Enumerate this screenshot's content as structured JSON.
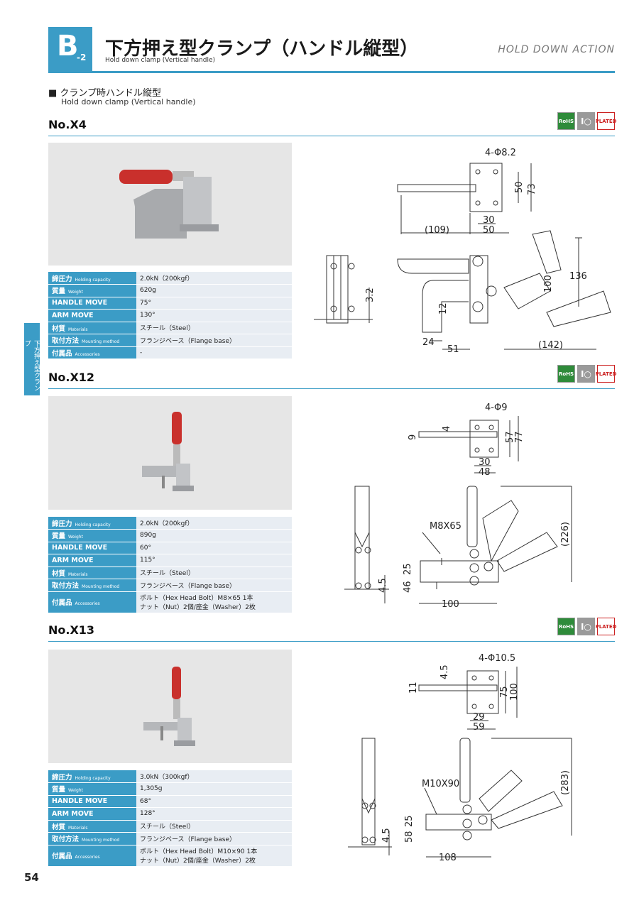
{
  "header": {
    "badge": "B",
    "badge_sub": "-2",
    "title": "下方押え型クランプ（ハンドル縦型）",
    "subtitle": "Hold down clamp (Vertical handle)",
    "action": "HOLD DOWN ACTION"
  },
  "section": {
    "title": "■ クランプ時ハンドル縦型",
    "subtitle": "Hold down clamp (Vertical handle)"
  },
  "side_tab": "下方押え型クランプ",
  "icons": {
    "rohs": "RoHS",
    "io": "I○",
    "plated": "PLATED"
  },
  "models": [
    {
      "name": "No.X4",
      "specs": [
        {
          "k": "締圧力",
          "ke": "Holding capacity",
          "v": "2.0kN（200kgf）"
        },
        {
          "k": "質量",
          "ke": "Weight",
          "v": "620g"
        },
        {
          "k": "HANDLE MOVE",
          "ke": "",
          "v": "75°"
        },
        {
          "k": "ARM MOVE",
          "ke": "",
          "v": "130°"
        },
        {
          "k": "材質",
          "ke": "Materials",
          "v": "スチール（Steel）"
        },
        {
          "k": "取付方法",
          "ke": "Mounting method",
          "v": "フランジベース（Flange base）"
        },
        {
          "k": "付属品",
          "ke": "Accessories",
          "v": "-"
        }
      ],
      "dims": {
        "holes": "4-Φ8.2",
        "a": "50",
        "b": "73",
        "c": "(109)",
        "d": "30",
        "e": "50",
        "f": "136",
        "g": "100",
        "h": "12",
        "i": "24",
        "j": "51",
        "k": "(142)",
        "l": "3.2"
      }
    },
    {
      "name": "No.X12",
      "specs": [
        {
          "k": "締圧力",
          "ke": "Holding capacity",
          "v": "2.0kN（200kgf）"
        },
        {
          "k": "質量",
          "ke": "Weight",
          "v": "890g"
        },
        {
          "k": "HANDLE MOVE",
          "ke": "",
          "v": "60°"
        },
        {
          "k": "ARM MOVE",
          "ke": "",
          "v": "115°"
        },
        {
          "k": "材質",
          "ke": "Materials",
          "v": "スチール（Steel）"
        },
        {
          "k": "取付方法",
          "ke": "Mounting method",
          "v": "フランジベース（Flange base）"
        },
        {
          "k": "付属品",
          "ke": "Accessories",
          "v": "ボルト（Hex Head Bolt）M8×65 1本",
          "v2": "ナット（Nut）2個/座金（Washer）2枚"
        }
      ],
      "dims": {
        "holes": "4-Φ9",
        "a": "57",
        "b": "77",
        "c": "9",
        "d": "4",
        "e": "30",
        "f": "48",
        "g": "M8X65",
        "h": "(226)",
        "i": "25",
        "j": "46",
        "k": "100",
        "l": "4.5"
      }
    },
    {
      "name": "No.X13",
      "specs": [
        {
          "k": "締圧力",
          "ke": "Holding capacity",
          "v": "3.0kN（300kgf）"
        },
        {
          "k": "質量",
          "ke": "Weight",
          "v": "1,305g"
        },
        {
          "k": "HANDLE MOVE",
          "ke": "",
          "v": "68°"
        },
        {
          "k": "ARM MOVE",
          "ke": "",
          "v": "128°"
        },
        {
          "k": "材質",
          "ke": "Materials",
          "v": "スチール（Steel）"
        },
        {
          "k": "取付方法",
          "ke": "Mounting method",
          "v": "フランジベース（Flange base）"
        },
        {
          "k": "付属品",
          "ke": "Accessories",
          "v": "ボルト（Hex Head Bolt）M10×90 1本",
          "v2": "ナット（Nut）2個/座金（Washer）2枚"
        }
      ],
      "dims": {
        "holes": "4-Φ10.5",
        "a": "75",
        "b": "100",
        "c": "11",
        "d": "4.5",
        "e": "29",
        "f": "59",
        "g": "M10X90",
        "h": "(283)",
        "i": "25",
        "j": "58",
        "k": "108",
        "l": "4.5"
      }
    }
  ],
  "page_number": "54"
}
